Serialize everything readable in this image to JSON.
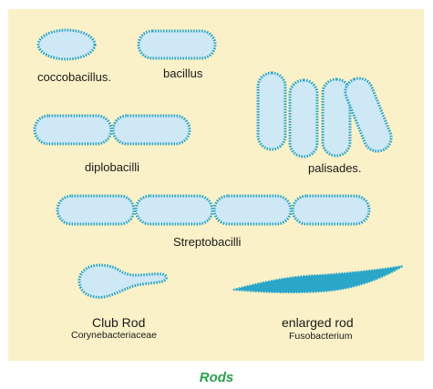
{
  "labels": {
    "coccobacillus": "coccobacillus.",
    "bacillus": "bacillus",
    "diplobacilli": "diplobacilli",
    "palisades": "palisades.",
    "streptobacilli": "Streptobacilli",
    "club_rod": "Club Rod",
    "club_rod_sub": "Corynebacteriaceae",
    "enlarged_rod": "enlarged rod",
    "enlarged_rod_sub": "Fusobacterium"
  },
  "caption": "Rods",
  "colors": {
    "background": "#faf1c8",
    "cell_fill": "#cfe8f6",
    "cell_outline": "#2aa6c9",
    "caption": "#2aa04a"
  }
}
